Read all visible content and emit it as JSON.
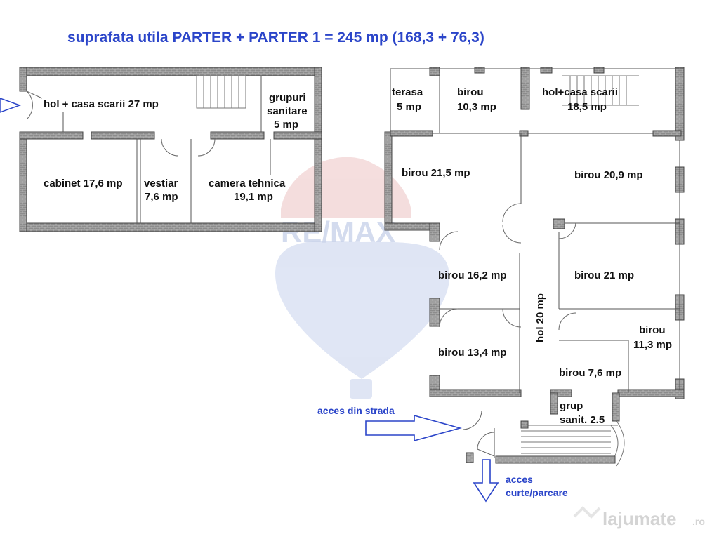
{
  "title": "suprafata utila PARTER + PARTER 1 = 245 mp (168,3 + 76,3)",
  "colors": {
    "title": "#2b45c9",
    "arrow": "#2b45c9",
    "wall": "#9a9a9a",
    "watermark_red": "#e6b3b3",
    "watermark_blue": "#b9c6e6"
  },
  "left_plan": {
    "hol": "hol + casa scarii 27 mp",
    "grupuri_l1": "grupuri",
    "grupuri_l2": "sanitare",
    "grupuri_l3": "5 mp",
    "cabinet": "cabinet 17,6 mp",
    "vestiar_l1": "vestiar",
    "vestiar_l2": "7,6 mp",
    "camera_l1": "camera tehnica",
    "camera_l2": "19,1 mp"
  },
  "right_plan": {
    "terasa_l1": "terasa",
    "terasa_l2": "5 mp",
    "birou103_l1": "birou",
    "birou103_l2": "10,3 mp",
    "holcasa_l1": "hol+casa scarii",
    "holcasa_l2": "18,5 mp",
    "birou215": "birou 21,5 mp",
    "birou209": "birou 20,9 mp",
    "birou162": "birou 16,2 mp",
    "birou21": "birou 21 mp",
    "hol20": "hol 20 mp",
    "birou134": "birou 13,4 mp",
    "birou113_l1": "birou",
    "birou113_l2": "11,3 mp",
    "birou76": "birou 7,6 mp",
    "grup_l1": "grup",
    "grup_l2": "sanit. 2.5"
  },
  "annotations": {
    "acces_strada": "acces din strada",
    "acces_l1": "acces",
    "acces_l2": "curte/parcare"
  },
  "watermark": {
    "brand": "RE/MAX",
    "site_name": "lajumate",
    "site_tld": ".ro"
  },
  "icons": [
    "arrow-right-icon",
    "arrow-down-icon",
    "remax-balloon-icon",
    "lajumate-logo-icon"
  ]
}
